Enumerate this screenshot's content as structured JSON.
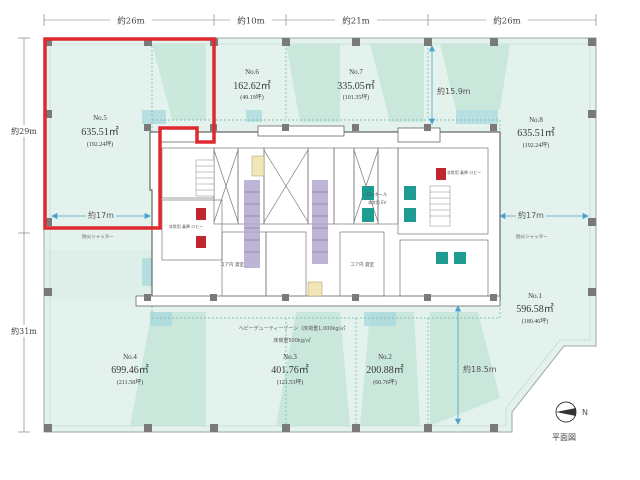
{
  "dimensions": {
    "top": [
      "約26m",
      "約10m",
      "約21m",
      "約26m"
    ],
    "left": [
      "約29m",
      "約31m"
    ]
  },
  "units": [
    {
      "no": "No.5",
      "area": "635.51㎡",
      "tsubo": "(192.24坪)"
    },
    {
      "no": "No.6",
      "area": "162.62㎡",
      "tsubo": "(49.19坪)"
    },
    {
      "no": "No.7",
      "area": "335.05㎡",
      "tsubo": "(101.35坪)"
    },
    {
      "no": "No.8",
      "area": "635.51㎡",
      "tsubo": "(192.24坪)"
    },
    {
      "no": "No.1",
      "area": "596.58㎡",
      "tsubo": "(180.46坪)"
    },
    {
      "no": "No.4",
      "area": "699.46㎡",
      "tsubo": "(211.58坪)"
    },
    {
      "no": "No.3",
      "area": "401.76㎡",
      "tsubo": "(121.53坪)"
    },
    {
      "no": "No.2",
      "area": "200.88㎡",
      "tsubo": "(60.76坪)"
    }
  ],
  "measures": {
    "left_17": "約17m",
    "right_17": "約17m",
    "m15_9": "約15.9m",
    "m18_5": "約18.5m"
  },
  "labels": {
    "shutter_left": "防火シャッター",
    "shutter_right": "防火シャッター",
    "heavy_duty": "ヘビーデューティーゾーン（床荷重1,000kg/㎡",
    "floor_load": "床荷重500kg/㎡",
    "core_storage_1": "コア内 貸室",
    "core_storage_2": "コア内 貸室",
    "ev_hall": "EV ホール",
    "elevator": "非常用 EV",
    "lobby_left": "非常用 乗降 ロビー",
    "lobby_right": "非常用 乗降 ロビー",
    "north": "N",
    "plan_title": "平面図"
  },
  "colors": {
    "background": "#ffffff",
    "floor": "#e4f2ee",
    "zone": "#c6e6d8",
    "highlight": "#e0282f",
    "core": "#ffffff",
    "teal_room": "#1e9c91",
    "red_room": "#c0262d",
    "purple_stair": "#b3a8cf",
    "columns": "#7a7a7a",
    "measure_line": "#4da3cc"
  },
  "icons": [
    "compass-icon"
  ]
}
